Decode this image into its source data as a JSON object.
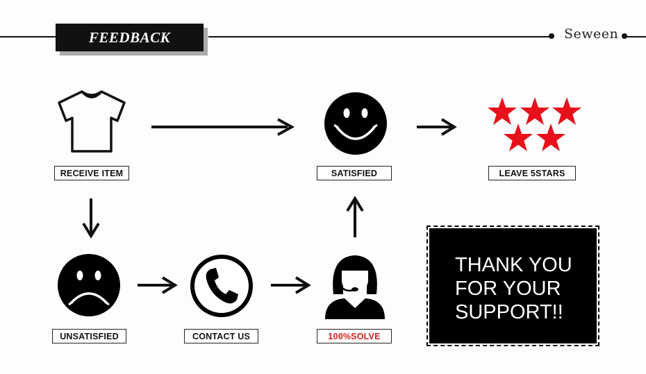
{
  "header": {
    "title": "FEEDBACK",
    "brand": "Seween"
  },
  "steps": {
    "receive_item": "RECEIVE ITEM",
    "satisfied": "SATISFIED",
    "leave_5stars": "LEAVE 5STARS",
    "unsatisfied": "UNSATISFIED",
    "contact_us": "CONTACT US",
    "solve": "100%SOLVE"
  },
  "thanks": {
    "line1": "THANK YOU",
    "line2": "FOR YOUR",
    "line3": "SUPPORT!!"
  },
  "colors": {
    "star": "#e8101a",
    "accent_red": "#d62020",
    "ink": "#111111"
  },
  "icons": [
    "t-shirt-icon",
    "happy-face-icon",
    "five-stars-icon",
    "sad-face-icon",
    "phone-icon",
    "support-agent-icon"
  ]
}
